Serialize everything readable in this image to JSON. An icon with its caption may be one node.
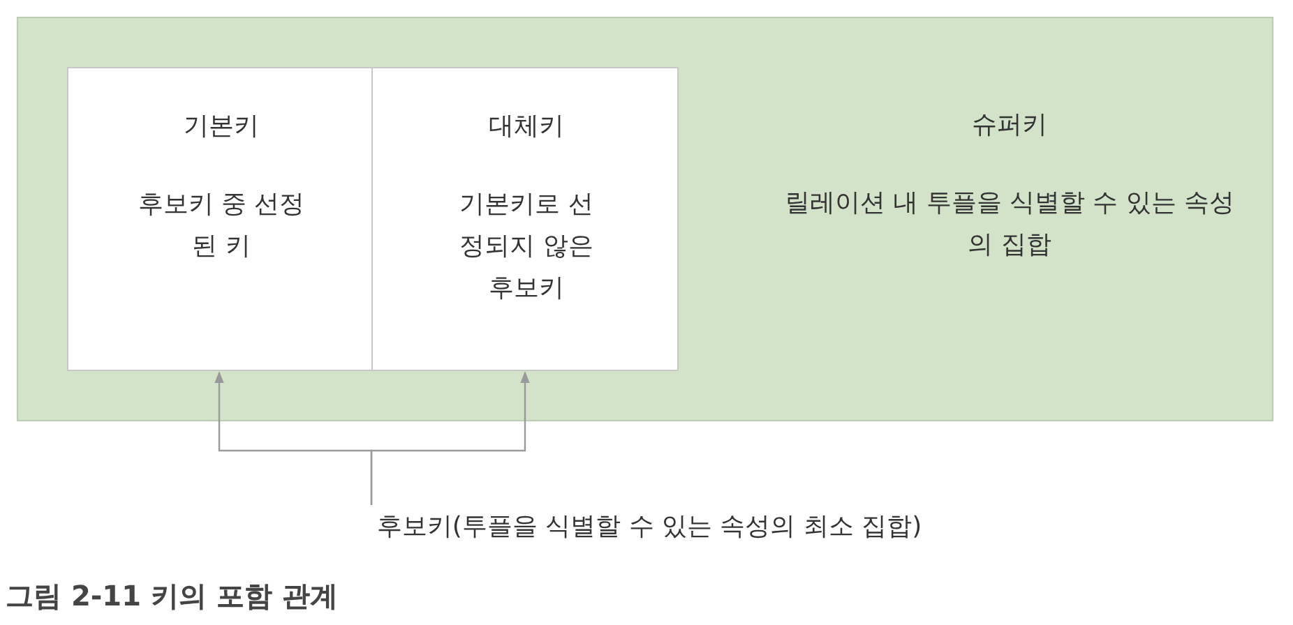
{
  "diagram": {
    "caption": "그림 2-11 키의 포함 관계",
    "nodes": [
      {
        "text": [
          "슈퍼키",
          "릴레이션 내 투플을 식별할 수 있는 속성의 집합"
        ]
      },
      {
        "text": [
          "기본키",
          "후보키 중 선정된 키"
        ],
        "in": 0
      },
      {
        "text": [
          "대체키",
          "기본키로 선정되지 않은 후보키"
        ],
        "in": 0
      },
      {
        "text": [
          "후보키(투플을 식별할 수 있는 속성의 최소 집합)"
        ]
      }
    ],
    "edges": [
      {
        "from": 3,
        "to": 1,
        "arrow": "to"
      },
      {
        "from": 3,
        "to": 2,
        "arrow": "to"
      }
    ]
  }
}
